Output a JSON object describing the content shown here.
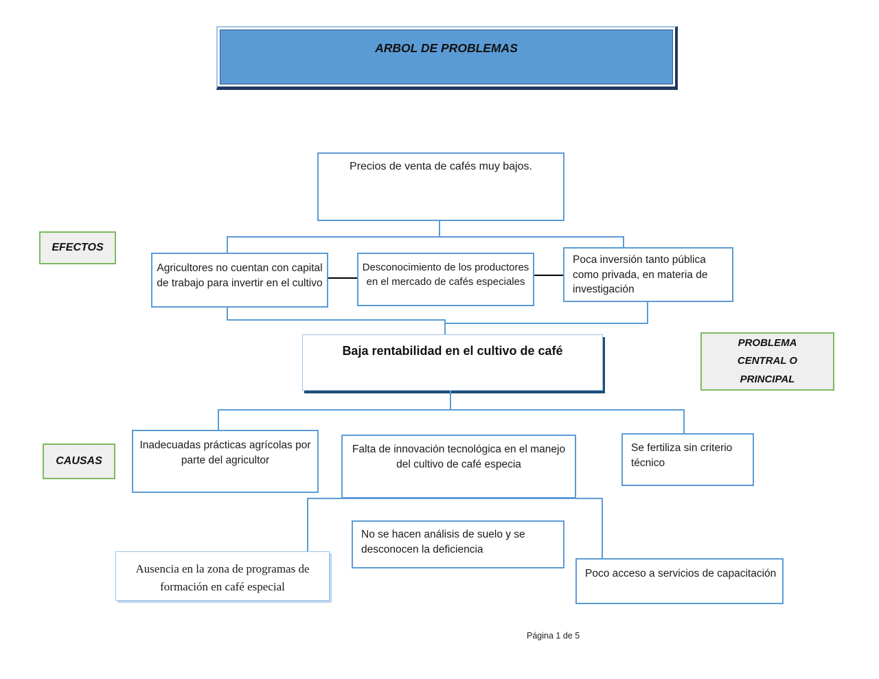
{
  "title_banner": {
    "text": "ARBOL DE PROBLEMAS"
  },
  "section_labels": {
    "efectos": "EFECTOS",
    "causas": "CAUSAS",
    "problema_central": "PROBLEMA CENTRAL O PRINCIPAL"
  },
  "tree": {
    "top_effect": "Precios de venta de cafés muy bajos.",
    "effects": [
      {
        "text": "Agricultores no cuentan con capital de trabajo para invertir en el cultivo"
      },
      {
        "text": "Desconocimiento de los productores en el mercado de cafés especiales"
      },
      {
        "text": "Poca inversión tanto pública como privada, en materia de investigación"
      }
    ],
    "central_problem": "Baja rentabilidad en el cultivo de café",
    "causes": [
      {
        "text": "Inadecuadas prácticas agrícolas por parte del agricultor"
      },
      {
        "text": "Falta de innovación tecnológica en el manejo del cultivo de café especia"
      },
      {
        "text": "Se fertiliza sin criterio técnico"
      }
    ],
    "sub_causes": [
      {
        "text": "No se hacen análisis de suelo y se desconocen la deficiencia"
      },
      {
        "text": "Ausencia en la zona de programas de formación en café especial"
      },
      {
        "text": "Poco acceso a servicios de capacitación"
      }
    ]
  },
  "footer": {
    "page_indicator": "Página 1 de 5"
  },
  "colors": {
    "box_border_blue": "#5B9BD5",
    "banner_fill": "#5B9BD5",
    "shadow_navy": "#1F3864",
    "central_shadow_navy": "#1F4E79",
    "label_border_green": "#7CB95E",
    "label_fill": "#EFEFEF",
    "light_blue": "#9DC3E6",
    "connector_black": "#000000"
  }
}
